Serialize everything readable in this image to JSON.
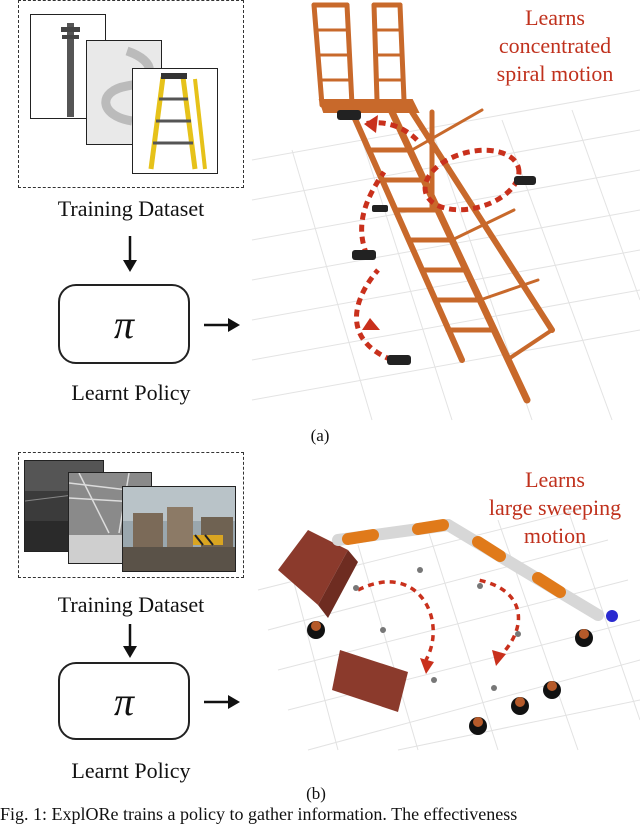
{
  "panel_a": {
    "dataset_label": "Training Dataset",
    "policy_symbol": "π",
    "policy_label": "Learnt Policy",
    "annotation_lines": [
      "Learns",
      "concentrated",
      "spiral motion"
    ],
    "subcaption": "(a)"
  },
  "panel_b": {
    "dataset_label": "Training Dataset",
    "policy_symbol": "π",
    "policy_label": "Learnt Policy",
    "annotation_lines": [
      "Learns",
      "large sweeping",
      "motion"
    ],
    "subcaption": "(b)"
  },
  "caption": {
    "text": "Fig. 1: ExplORe trains a policy to gather information. The effectiveness"
  },
  "colors": {
    "trajectory": "#c9301c",
    "ladder": "#c8692b",
    "annotation": "#c0311d"
  }
}
